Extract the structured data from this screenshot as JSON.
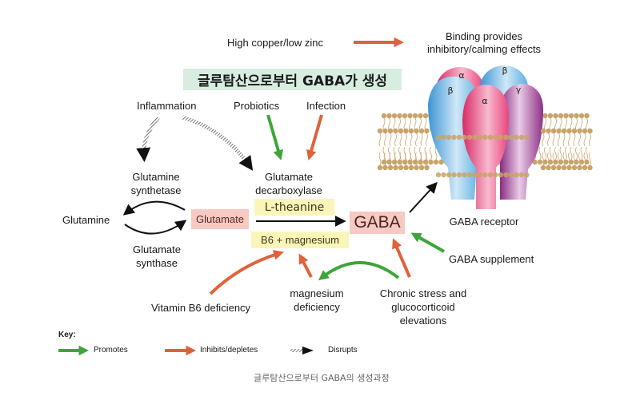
{
  "title_banner": "글루탐산으로부터 GABA가 생성",
  "caption": "글루탐산으로부터 GABA의 생성과정",
  "nodes": {
    "high_copper": "High copper/low zinc",
    "binding_line1": "Binding provides",
    "binding_line2": "inhibitory/calming effects",
    "inflammation": "Inflammation",
    "probiotics": "Probiotics",
    "infection": "Infection",
    "glutamine_synthetase_1": "Glutamine",
    "glutamine_synthetase_2": "synthetase",
    "glutamate_decarboxylase_1": "Glutamate",
    "glutamate_decarboxylase_2": "decarboxylase",
    "glutamine": "Glutamine",
    "glutamate": "Glutamate",
    "l_theanine": "L-theanine",
    "b6_magnesium": "B6 + magnesium",
    "gaba": "GABA",
    "glutamate_synthase_1": "Glutamate",
    "glutamate_synthase_2": "synthase",
    "gaba_receptor": "GABA receptor",
    "gaba_supplement": "GABA supplement",
    "vitamin_b6_deficiency": "Vitamin B6 deficiency",
    "magnesium_deficiency_1": "magnesium",
    "magnesium_deficiency_2": "deficiency",
    "chronic_stress_1": "Chronic stress and",
    "chronic_stress_2": "glucocorticoid",
    "chronic_stress_3": "elevations"
  },
  "receptor_subunits": [
    {
      "label": "α",
      "color": "#e8457a"
    },
    {
      "label": "β",
      "color": "#4aa3dc"
    },
    {
      "label": "β",
      "color": "#4aa3dc"
    },
    {
      "label": "α",
      "color": "#e8457a"
    },
    {
      "label": "γ",
      "color": "#9b3a8f"
    }
  ],
  "key": {
    "title": "Key:",
    "items": [
      {
        "label": "Promotes",
        "type": "promotes",
        "color": "#3ea53a"
      },
      {
        "label": "Inhibits/depletes",
        "type": "inhibits",
        "color": "#e0623a"
      },
      {
        "label": "Disrupts",
        "type": "disrupts",
        "color": "#111111"
      }
    ]
  },
  "colors": {
    "promotes": "#3ea53a",
    "inhibits": "#e0623a",
    "disrupts": "#111111",
    "banner_bg": "#d6ede0",
    "node_bg": "#f6c9c2",
    "cofactor_bg": "#fbf5b9",
    "membrane": "#c9a36a"
  }
}
